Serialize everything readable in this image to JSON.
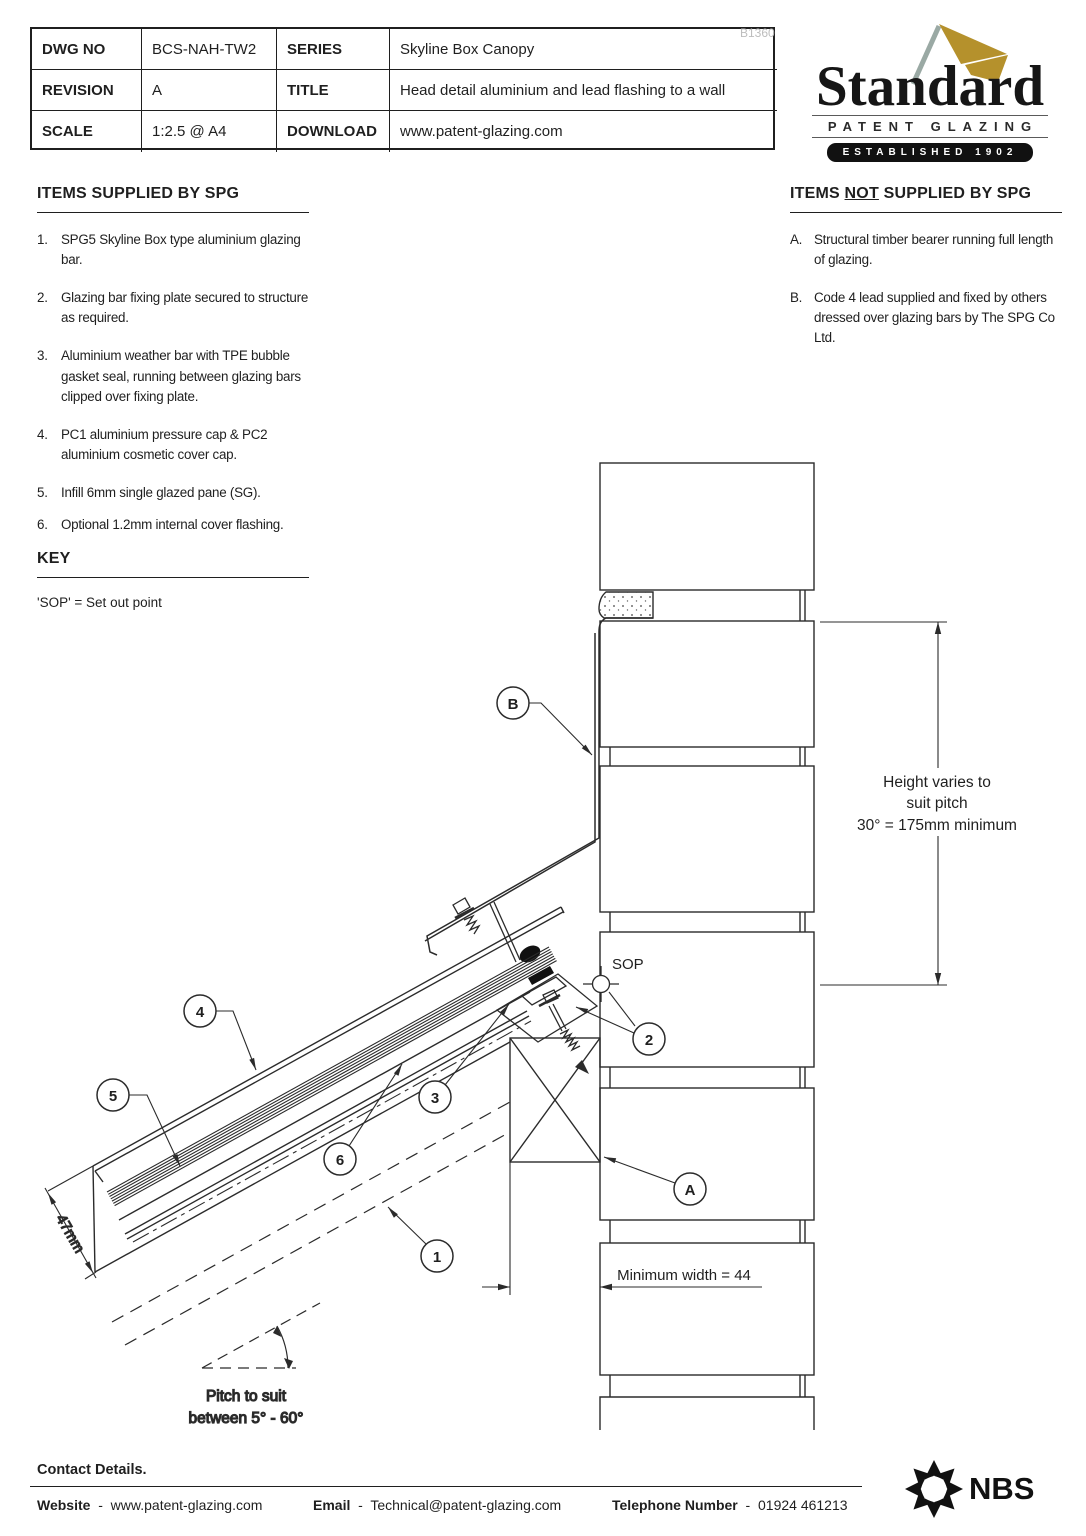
{
  "title_block": {
    "dwg_no_label": "DWG NO",
    "dwg_no": "BCS-NAH-TW2",
    "series_label": "SERIES",
    "series": "Skyline Box Canopy",
    "revision_label": "REVISION",
    "revision": "A",
    "title_label": "TITLE",
    "title": "Head detail aluminium and lead flashing to a wall",
    "scale_label": "SCALE",
    "scale": "1:2.5 @ A4",
    "download_label": "DOWNLOAD",
    "download": "www.patent-glazing.com",
    "ref": "B1360"
  },
  "logo": {
    "name": "Standard",
    "subtitle": "PATENT GLAZING",
    "established": "ESTABLISHED 1902",
    "gold": "#b5912c",
    "pole_gray": "#9aa9a4"
  },
  "supplied": {
    "heading": "ITEMS SUPPLIED BY SPG",
    "items": [
      {
        "num": "1.",
        "text": "SPG5 Skyline Box type aluminium glazing bar."
      },
      {
        "num": "2.",
        "text": "Glazing bar fixing plate secured to structure as required."
      },
      {
        "num": "3.",
        "text": "Aluminium weather bar with TPE bubble gasket seal, running between glazing bars clipped over fixing plate."
      },
      {
        "num": "4.",
        "text": "PC1 aluminium pressure cap & PC2 aluminium cosmetic cover cap."
      },
      {
        "num": "5.",
        "text": "Infill 6mm single glazed pane (SG)."
      },
      {
        "num": "6.",
        "text": "Optional 1.2mm internal cover flashing."
      }
    ]
  },
  "not_supplied": {
    "h1": "ITEMS ",
    "h2": "NOT",
    "h3": " SUPPLIED BY SPG",
    "items": [
      {
        "num": "A.",
        "text": "Structural timber bearer running full length of glazing."
      },
      {
        "num": "B.",
        "text": "Code 4 lead supplied and fixed by others dressed over glazing bars by The SPG Co Ltd."
      }
    ]
  },
  "key": {
    "heading": "KEY",
    "text": "'SOP' = Set out point"
  },
  "drawing": {
    "sop": "SOP",
    "height_note_1": "Height varies to",
    "height_note_2": "suit pitch",
    "height_note_3": "30° = 175mm minimum",
    "min_width": "Minimum width = 44",
    "bar_depth": "47mm",
    "pitch_1": "Pitch to suit",
    "pitch_2": "between 5° - 60°",
    "callouts": {
      "n1": "1",
      "n2": "2",
      "n3": "3",
      "n4": "4",
      "n5": "5",
      "n6": "6",
      "a": "A",
      "b": "B"
    }
  },
  "contact": {
    "heading": "Contact Details.",
    "sep": "-",
    "website_label": "Website",
    "website": "www.patent-glazing.com",
    "email_label": "Email",
    "email": "Technical@patent-glazing.com",
    "phone_label": "Telephone Number",
    "phone": "01924 461213"
  },
  "footer_logo": "NBS"
}
